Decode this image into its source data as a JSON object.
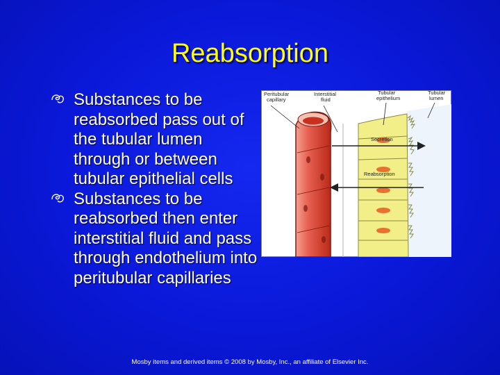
{
  "slide": {
    "title": "Reabsorption",
    "bullets": [
      "Substances to be reabsorbed pass out of the tubular lumen through or between tubular epithelial cells",
      "Substances to be reabsorbed then enter interstitial fluid and pass through endothelium into peritubular capillaries"
    ],
    "footer": "Mosby items and derived items © 2008 by Mosby, Inc., an affiliate of Elsevier Inc."
  },
  "diagram": {
    "labels": {
      "peritubular_capillary_line1": "Peritubular",
      "peritubular_capillary_line2": "capillary",
      "interstitial_fluid_line1": "Interstitial",
      "interstitial_fluid_line2": "fluid",
      "tubular_epithelium_line1": "Tubular",
      "tubular_epithelium_line2": "epithelium",
      "tubular_lumen_line1": "Tubular",
      "tubular_lumen_line2": "lumen",
      "secretion": "Secretion",
      "reabsorption": "Reabsorption"
    },
    "colors": {
      "vessel_light": "#f4a090",
      "vessel_dark": "#c83020",
      "epithelium": "#f2ee88",
      "arrow": "#222222"
    }
  }
}
